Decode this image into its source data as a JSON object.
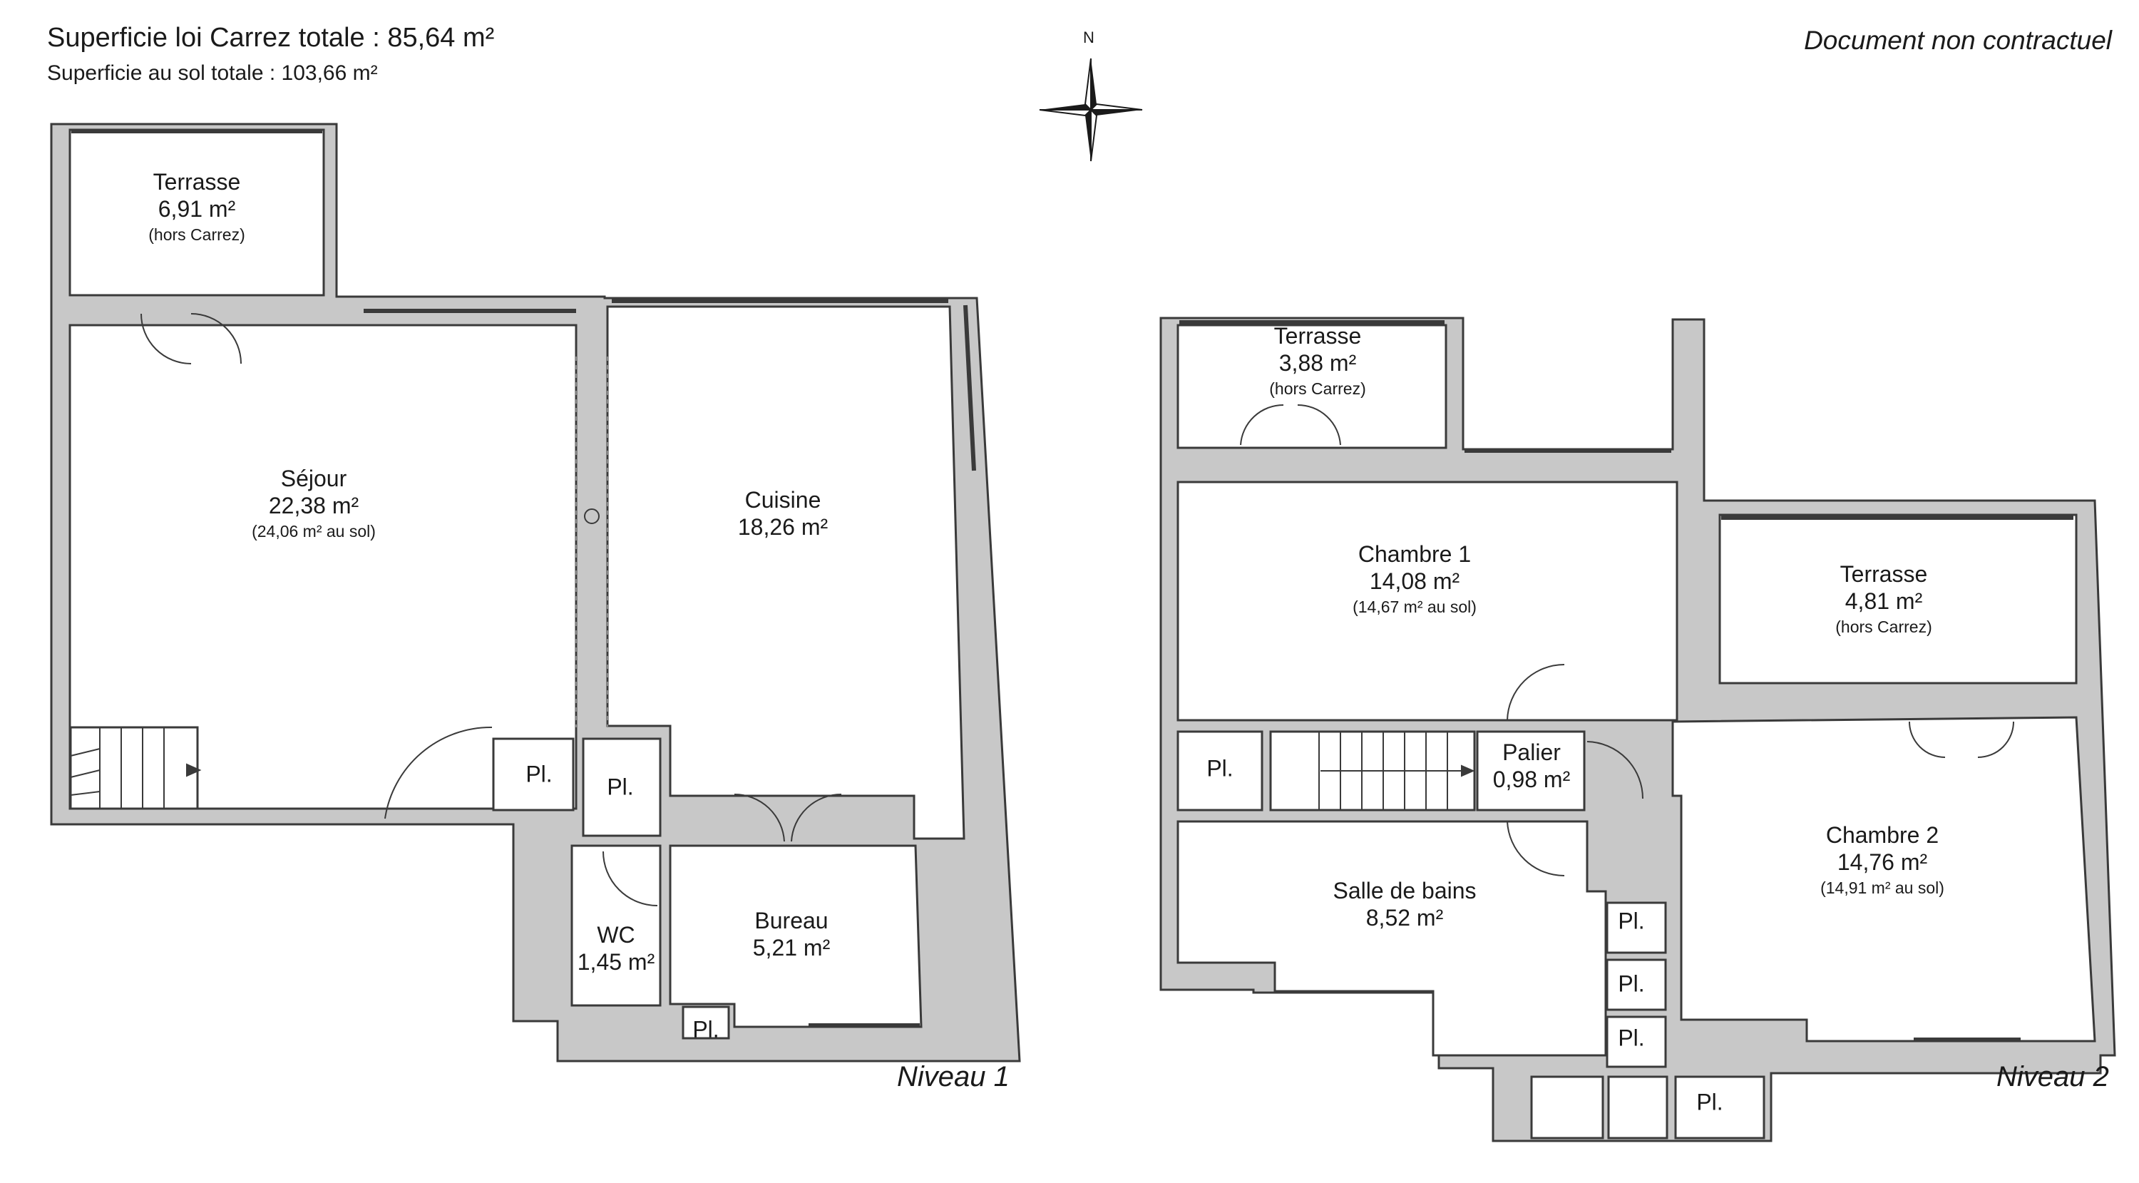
{
  "header": {
    "carrez_total": "Superficie loi Carrez totale :  85,64 m²",
    "ground_total": "Superficie au sol totale :  103,66 m²",
    "disclaimer": "Document non contractuel"
  },
  "compass": {
    "north_label": "N"
  },
  "levels": {
    "level1": "Niveau 1",
    "level2": "Niveau 2"
  },
  "rooms": {
    "terrasse_a": {
      "name": "Terrasse",
      "area": "6,91 m²",
      "note": "(hors Carrez)"
    },
    "sejour": {
      "name": "Séjour",
      "area": "22,38 m²",
      "note": "(24,06 m² au sol)"
    },
    "cuisine": {
      "name": "Cuisine",
      "area": "18,26 m²"
    },
    "wc": {
      "name": "WC",
      "area": "1,45 m²"
    },
    "bureau": {
      "name": "Bureau",
      "area": "5,21 m²"
    },
    "terrasse_b": {
      "name": "Terrasse",
      "area": "3,88 m²",
      "note": "(hors Carrez)"
    },
    "chambre1": {
      "name": "Chambre 1",
      "area": "14,08 m²",
      "note": "(14,67 m² au sol)"
    },
    "terrasse_c": {
      "name": "Terrasse",
      "area": "4,81 m²",
      "note": "(hors Carrez)"
    },
    "palier": {
      "name": "Palier",
      "area": "0,98 m²"
    },
    "salle_de_bains": {
      "name": "Salle de bains",
      "area": "8,52 m²"
    },
    "chambre2": {
      "name": "Chambre 2",
      "area": "14,76 m²",
      "note": "(14,91 m² au sol)"
    }
  },
  "closet_label": "Pl.",
  "colors": {
    "wall": "#c8c8c8",
    "outline": "#3a3a3a",
    "floor": "#ffffff",
    "text": "#1a1a1a"
  }
}
